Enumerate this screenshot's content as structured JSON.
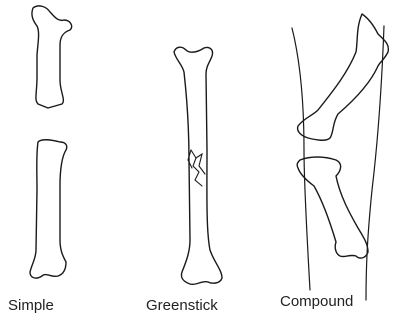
{
  "diagram": {
    "panels": [
      {
        "id": "simple",
        "label": "Simple"
      },
      {
        "id": "greenstick",
        "label": "Greenstick"
      },
      {
        "id": "compound",
        "label": "Compound"
      }
    ],
    "stroke_color": "#1a1a1a",
    "background": "#ffffff"
  }
}
